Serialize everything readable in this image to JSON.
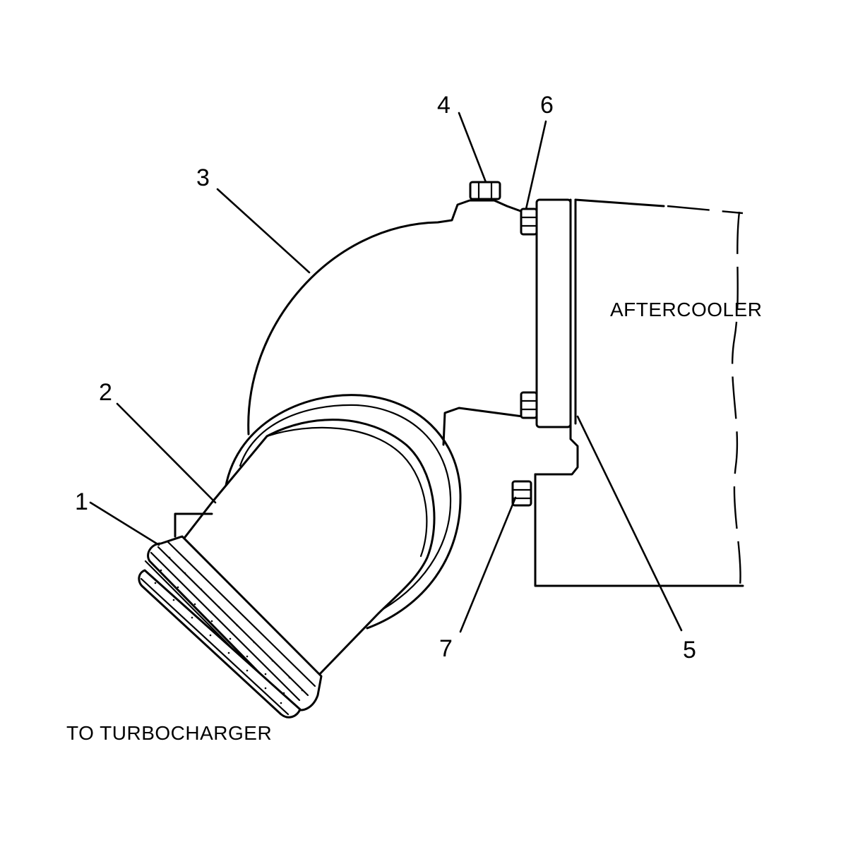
{
  "labels": {
    "aftercooler": "AFTERCOOLER",
    "to_turbocharger": "TO TURBOCHARGER"
  },
  "callouts": [
    {
      "id": "1",
      "text": "1"
    },
    {
      "id": "2",
      "text": "2"
    },
    {
      "id": "3",
      "text": "3"
    },
    {
      "id": "4",
      "text": "4"
    },
    {
      "id": "5",
      "text": "5"
    },
    {
      "id": "6",
      "text": "6"
    },
    {
      "id": "7",
      "text": "7"
    }
  ]
}
